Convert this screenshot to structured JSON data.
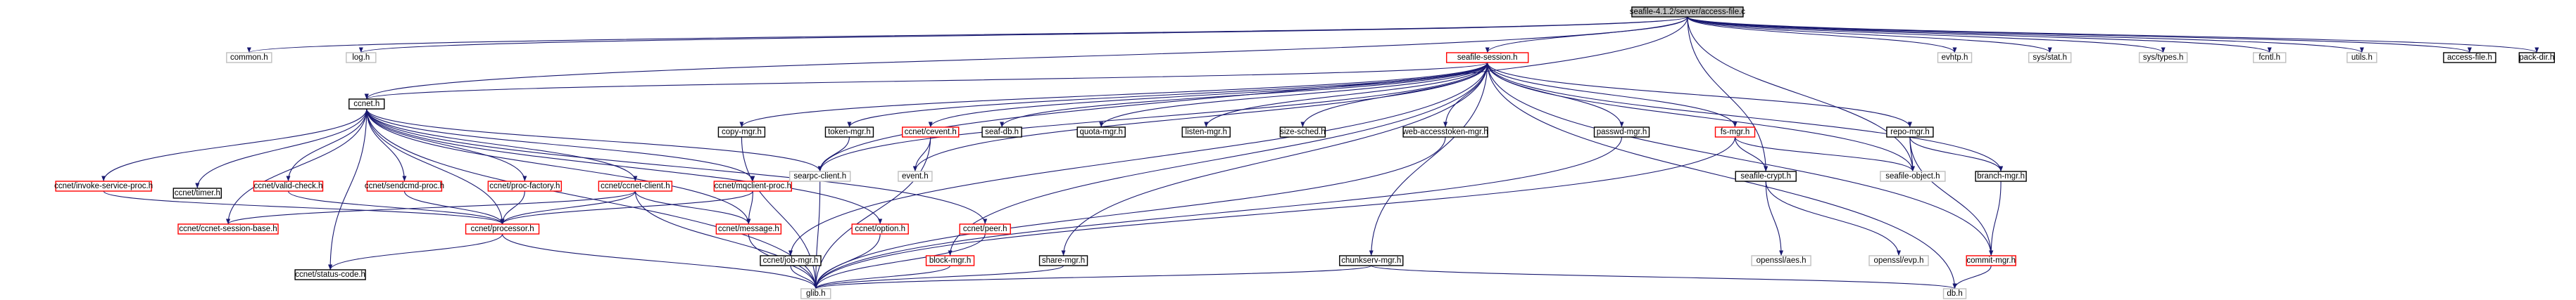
{
  "graph": {
    "colors": {
      "edge": "#191970",
      "root_fill": "#bfbfbf",
      "border_documented": "#000000",
      "border_external": "#bfbfbf",
      "border_broken": "#ff0000",
      "text": "#000000"
    },
    "nodes": {
      "root": {
        "label": "seafile-4.1.2/server/access-file.c",
        "kind": "root"
      },
      "common_h": {
        "label": "common.h",
        "kind": "external"
      },
      "log_h": {
        "label": "log.h",
        "kind": "external"
      },
      "ccnet_h": {
        "label": "ccnet.h",
        "kind": "documented"
      },
      "seafile_session_h": {
        "label": "seafile-session.h",
        "kind": "broken"
      },
      "evhtp_h": {
        "label": "evhtp.h",
        "kind": "external"
      },
      "sys_stat_h": {
        "label": "sys/stat.h",
        "kind": "external"
      },
      "sys_types_h": {
        "label": "sys/types.h",
        "kind": "external"
      },
      "fcntl_h": {
        "label": "fcntl.h",
        "kind": "external"
      },
      "utils_h": {
        "label": "utils.h",
        "kind": "external"
      },
      "access_file_h": {
        "label": "access-file.h",
        "kind": "documented"
      },
      "pack_dir_h": {
        "label": "pack-dir.h",
        "kind": "documented"
      },
      "ccnet_invoke_service_proc_h": {
        "label": "ccnet/invoke-service-proc.h",
        "kind": "broken"
      },
      "ccnet_timer_h": {
        "label": "ccnet/timer.h",
        "kind": "documented"
      },
      "ccnet_valid_check_h": {
        "label": "ccnet/valid-check.h",
        "kind": "broken"
      },
      "ccnet_sendcmd_proc_h": {
        "label": "ccnet/sendcmd-proc.h",
        "kind": "broken"
      },
      "ccnet_proc_factory_h": {
        "label": "ccnet/proc-factory.h",
        "kind": "broken"
      },
      "ccnet_ccnet_client_h": {
        "label": "ccnet/ccnet-client.h",
        "kind": "broken"
      },
      "ccnet_mqclient_proc_h": {
        "label": "ccnet/mqclient-proc.h",
        "kind": "broken"
      },
      "copy_mgr_h": {
        "label": "copy-mgr.h",
        "kind": "documented"
      },
      "token_mgr_h": {
        "label": "token-mgr.h",
        "kind": "documented"
      },
      "ccnet_cevent_h": {
        "label": "ccnet/cevent.h",
        "kind": "broken"
      },
      "seaf_db_h": {
        "label": "seaf-db.h",
        "kind": "documented"
      },
      "quota_mgr_h": {
        "label": "quota-mgr.h",
        "kind": "documented"
      },
      "listen_mgr_h": {
        "label": "listen-mgr.h",
        "kind": "documented"
      },
      "size_sched_h": {
        "label": "size-sched.h",
        "kind": "documented"
      },
      "web_accesstoken_mgr_h": {
        "label": "web-accesstoken-mgr.h",
        "kind": "documented"
      },
      "passwd_mgr_h": {
        "label": "passwd-mgr.h",
        "kind": "documented"
      },
      "fs_mgr_h": {
        "label": "fs-mgr.h",
        "kind": "broken"
      },
      "repo_mgr_h": {
        "label": "repo-mgr.h",
        "kind": "documented"
      },
      "searpc_client_h": {
        "label": "searpc-client.h",
        "kind": "external"
      },
      "event_h": {
        "label": "event.h",
        "kind": "external"
      },
      "seafile_crypt_h": {
        "label": "seafile-crypt.h",
        "kind": "documented"
      },
      "seafile_object_h": {
        "label": "seafile-object.h",
        "kind": "external"
      },
      "branch_mgr_h": {
        "label": "branch-mgr.h",
        "kind": "documented"
      },
      "ccnet_ccnet_session_base_h": {
        "label": "ccnet/ccnet-session-base.h",
        "kind": "broken"
      },
      "ccnet_processor_h": {
        "label": "ccnet/processor.h",
        "kind": "broken"
      },
      "ccnet_message_h": {
        "label": "ccnet/message.h",
        "kind": "broken"
      },
      "ccnet_job_mgr_h": {
        "label": "ccnet/job-mgr.h",
        "kind": "documented"
      },
      "block_mgr_h": {
        "label": "block-mgr.h",
        "kind": "broken"
      },
      "share_mgr_h": {
        "label": "share-mgr.h",
        "kind": "documented"
      },
      "chunkserv_mgr_h": {
        "label": "chunkserv-mgr.h",
        "kind": "documented"
      },
      "openssl_aes_h": {
        "label": "openssl/aes.h",
        "kind": "external"
      },
      "openssl_evp_h": {
        "label": "openssl/evp.h",
        "kind": "external"
      },
      "commit_mgr_h": {
        "label": "commit-mgr.h",
        "kind": "broken"
      },
      "ccnet_option_h": {
        "label": "ccnet/option.h",
        "kind": "broken"
      },
      "ccnet_peer_h": {
        "label": "ccnet/peer.h",
        "kind": "broken"
      },
      "ccnet_status_code_h": {
        "label": "ccnet/status-code.h",
        "kind": "documented"
      },
      "glib_h": {
        "label": "glib.h",
        "kind": "external"
      },
      "db_h": {
        "label": "db.h",
        "kind": "external"
      }
    },
    "edges": [
      [
        "root",
        "common_h"
      ],
      [
        "root",
        "log_h"
      ],
      [
        "root",
        "ccnet_h"
      ],
      [
        "root",
        "seafile_session_h"
      ],
      [
        "root",
        "evhtp_h"
      ],
      [
        "root",
        "sys_stat_h"
      ],
      [
        "root",
        "sys_types_h"
      ],
      [
        "root",
        "fcntl_h"
      ],
      [
        "root",
        "utils_h"
      ],
      [
        "root",
        "access_file_h"
      ],
      [
        "root",
        "pack_dir_h"
      ],
      [
        "root",
        "searpc_client_h"
      ],
      [
        "root",
        "seafile_crypt_h"
      ],
      [
        "root",
        "seafile_object_h"
      ],
      [
        "ccnet_h",
        "ccnet_invoke_service_proc_h"
      ],
      [
        "ccnet_h",
        "ccnet_timer_h"
      ],
      [
        "ccnet_h",
        "ccnet_valid_check_h"
      ],
      [
        "ccnet_h",
        "ccnet_sendcmd_proc_h"
      ],
      [
        "ccnet_h",
        "ccnet_proc_factory_h"
      ],
      [
        "ccnet_h",
        "ccnet_ccnet_client_h"
      ],
      [
        "ccnet_h",
        "ccnet_mqclient_proc_h"
      ],
      [
        "ccnet_h",
        "searpc_client_h"
      ],
      [
        "ccnet_h",
        "ccnet_ccnet_session_base_h"
      ],
      [
        "ccnet_h",
        "ccnet_processor_h"
      ],
      [
        "ccnet_h",
        "ccnet_message_h"
      ],
      [
        "ccnet_h",
        "ccnet_option_h"
      ],
      [
        "ccnet_h",
        "ccnet_peer_h"
      ],
      [
        "ccnet_h",
        "ccnet_status_code_h"
      ],
      [
        "ccnet_h",
        "glib_h"
      ],
      [
        "seafile_session_h",
        "ccnet_h"
      ],
      [
        "seafile_session_h",
        "copy_mgr_h"
      ],
      [
        "seafile_session_h",
        "token_mgr_h"
      ],
      [
        "seafile_session_h",
        "ccnet_cevent_h"
      ],
      [
        "seafile_session_h",
        "seaf_db_h"
      ],
      [
        "seafile_session_h",
        "quota_mgr_h"
      ],
      [
        "seafile_session_h",
        "listen_mgr_h"
      ],
      [
        "seafile_session_h",
        "size_sched_h"
      ],
      [
        "seafile_session_h",
        "web_accesstoken_mgr_h"
      ],
      [
        "seafile_session_h",
        "passwd_mgr_h"
      ],
      [
        "seafile_session_h",
        "fs_mgr_h"
      ],
      [
        "seafile_session_h",
        "repo_mgr_h"
      ],
      [
        "seafile_session_h",
        "searpc_client_h"
      ],
      [
        "seafile_session_h",
        "event_h"
      ],
      [
        "seafile_session_h",
        "ccnet_job_mgr_h"
      ],
      [
        "seafile_session_h",
        "block_mgr_h"
      ],
      [
        "seafile_session_h",
        "share_mgr_h"
      ],
      [
        "seafile_session_h",
        "chunkserv_mgr_h"
      ],
      [
        "seafile_session_h",
        "db_h"
      ],
      [
        "seafile_session_h",
        "branch_mgr_h"
      ],
      [
        "seafile_session_h",
        "commit_mgr_h"
      ],
      [
        "seafile_session_h",
        "seafile_object_h"
      ],
      [
        "ccnet_invoke_service_proc_h",
        "ccnet_processor_h"
      ],
      [
        "ccnet_valid_check_h",
        "ccnet_processor_h"
      ],
      [
        "ccnet_sendcmd_proc_h",
        "ccnet_processor_h"
      ],
      [
        "ccnet_proc_factory_h",
        "ccnet_processor_h"
      ],
      [
        "ccnet_ccnet_client_h",
        "ccnet_ccnet_session_base_h"
      ],
      [
        "ccnet_ccnet_client_h",
        "ccnet_processor_h"
      ],
      [
        "ccnet_ccnet_client_h",
        "ccnet_message_h"
      ],
      [
        "ccnet_ccnet_client_h",
        "glib_h"
      ],
      [
        "ccnet_mqclient_proc_h",
        "ccnet_processor_h"
      ],
      [
        "ccnet_mqclient_proc_h",
        "ccnet_message_h"
      ],
      [
        "copy_mgr_h",
        "glib_h"
      ],
      [
        "token_mgr_h",
        "searpc_client_h"
      ],
      [
        "ccnet_cevent_h",
        "event_h"
      ],
      [
        "ccnet_cevent_h",
        "glib_h"
      ],
      [
        "web_accesstoken_mgr_h",
        "glib_h"
      ],
      [
        "passwd_mgr_h",
        "glib_h"
      ],
      [
        "fs_mgr_h",
        "seafile_crypt_h"
      ],
      [
        "fs_mgr_h",
        "seafile_object_h"
      ],
      [
        "fs_mgr_h",
        "glib_h"
      ],
      [
        "repo_mgr_h",
        "seafile_object_h"
      ],
      [
        "repo_mgr_h",
        "branch_mgr_h"
      ],
      [
        "repo_mgr_h",
        "commit_mgr_h"
      ],
      [
        "seafile_crypt_h",
        "openssl_aes_h"
      ],
      [
        "seafile_crypt_h",
        "openssl_evp_h"
      ],
      [
        "branch_mgr_h",
        "commit_mgr_h"
      ],
      [
        "commit_mgr_h",
        "db_h"
      ],
      [
        "ccnet_processor_h",
        "ccnet_status_code_h"
      ],
      [
        "ccnet_processor_h",
        "glib_h"
      ],
      [
        "ccnet_message_h",
        "glib_h"
      ],
      [
        "ccnet_job_mgr_h",
        "glib_h"
      ],
      [
        "block_mgr_h",
        "glib_h"
      ],
      [
        "share_mgr_h",
        "glib_h"
      ],
      [
        "chunkserv_mgr_h",
        "glib_h"
      ],
      [
        "chunkserv_mgr_h",
        "db_h"
      ],
      [
        "ccnet_option_h",
        "glib_h"
      ],
      [
        "ccnet_peer_h",
        "glib_h"
      ],
      [
        "searpc_client_h",
        "glib_h"
      ]
    ]
  }
}
